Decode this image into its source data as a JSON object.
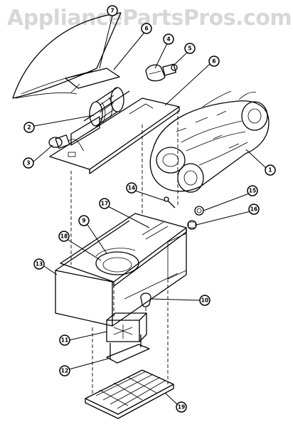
{
  "watermark": "AppliancePartsPros.com",
  "callouts": {
    "c1": "1",
    "c2": "2",
    "c3": "3",
    "c4": "4",
    "c5": "5",
    "c6": "6",
    "c7": "7",
    "c9": "9",
    "c10": "10",
    "c11": "11",
    "c12": "12",
    "c13": "13",
    "c14": "14",
    "c15": "15",
    "c16": "16",
    "c17": "17",
    "c18": "18",
    "c19": "19"
  }
}
